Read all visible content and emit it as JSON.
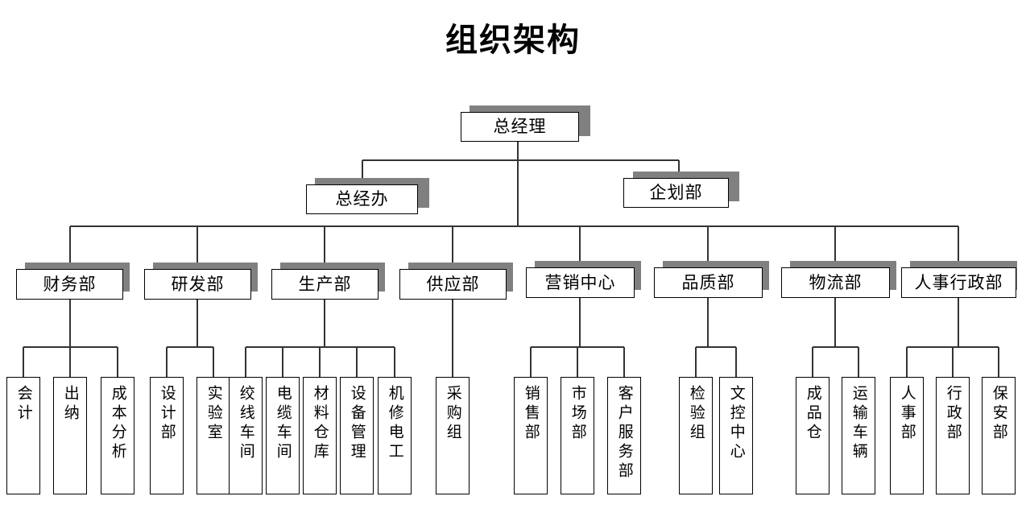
{
  "title": "组织架构",
  "colors": {
    "box_fill": "#ffffff",
    "box_border": "#000000",
    "shadow": "#808080",
    "line": "#333333",
    "text": "#000000",
    "background": "#ffffff"
  },
  "nodes": {
    "root": {
      "label": "总经理"
    },
    "level2": [
      {
        "label": "总经办"
      },
      {
        "label": "企划部"
      }
    ],
    "departments": [
      {
        "label": "财务部"
      },
      {
        "label": "研发部"
      },
      {
        "label": "生产部"
      },
      {
        "label": "供应部"
      },
      {
        "label": "营销中心"
      },
      {
        "label": "品质部"
      },
      {
        "label": "物流部"
      },
      {
        "label": "人事行政部"
      }
    ],
    "leaves": [
      {
        "label": "会计",
        "parent": "财务部"
      },
      {
        "label": "出纳",
        "parent": "财务部"
      },
      {
        "label": "成本分析",
        "parent": "财务部"
      },
      {
        "label": "设计部",
        "parent": "研发部"
      },
      {
        "label": "实验室",
        "parent": "研发部"
      },
      {
        "label": "绞线车间",
        "parent": "生产部"
      },
      {
        "label": "电缆车间",
        "parent": "生产部"
      },
      {
        "label": "材料仓库",
        "parent": "生产部"
      },
      {
        "label": "设备管理",
        "parent": "生产部"
      },
      {
        "label": "机修电工",
        "parent": "生产部"
      },
      {
        "label": "采购组",
        "parent": "供应部"
      },
      {
        "label": "销售部",
        "parent": "营销中心"
      },
      {
        "label": "市场部",
        "parent": "营销中心"
      },
      {
        "label": "客户服务部",
        "parent": "营销中心"
      },
      {
        "label": "检验组",
        "parent": "品质部"
      },
      {
        "label": "文控中心",
        "parent": "品质部"
      },
      {
        "label": "成品仓",
        "parent": "物流部"
      },
      {
        "label": "运输车辆",
        "parent": "物流部"
      },
      {
        "label": "人事部",
        "parent": "人事行政部"
      },
      {
        "label": "行政部",
        "parent": "人事行政部"
      },
      {
        "label": "保安部",
        "parent": "人事行政部"
      }
    ]
  }
}
